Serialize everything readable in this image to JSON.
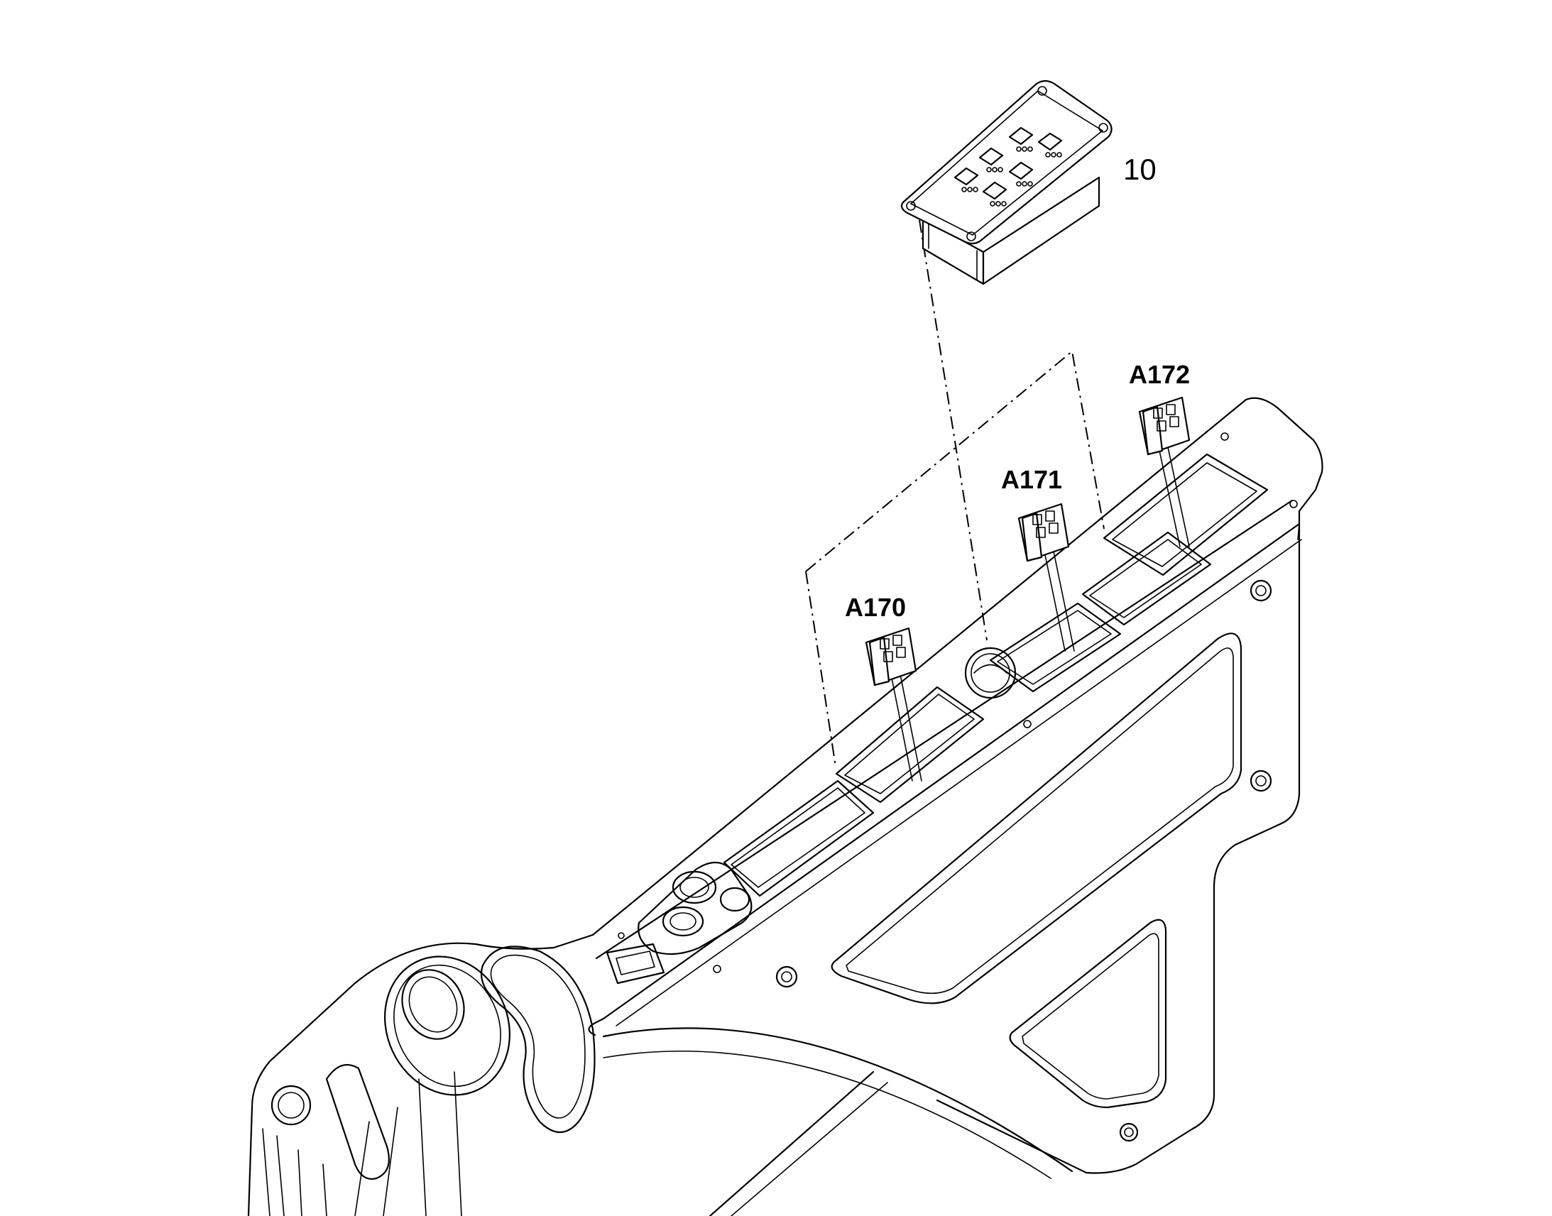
{
  "labels": {
    "part_10": "10",
    "a170": "A170",
    "a171": "A171",
    "a172": "A172"
  }
}
